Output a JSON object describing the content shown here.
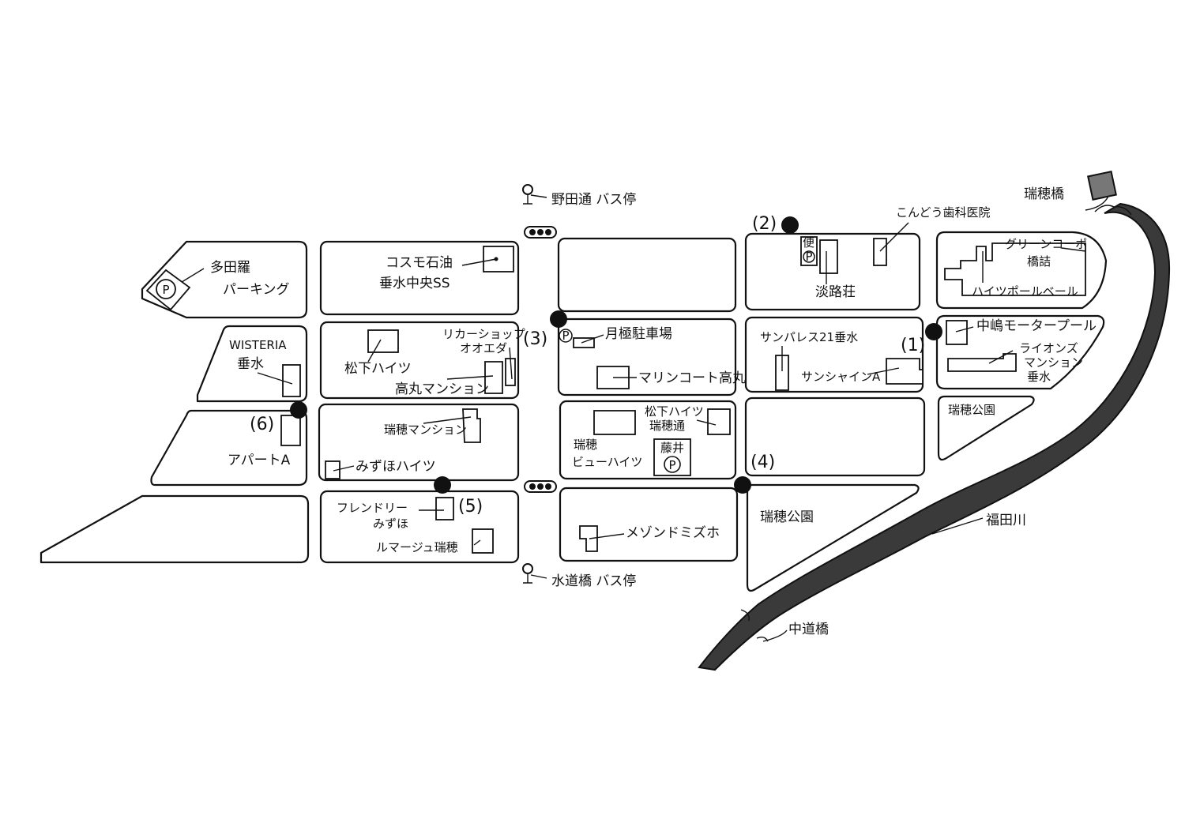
{
  "map": {
    "labels": {
      "tatara_parking": [
        "多田羅",
        "パーキング"
      ],
      "cosmo": [
        "コスモ石油",
        "垂水中央SS"
      ],
      "noda_bus": "野田通 バス停",
      "suido_bus": "水道橋 バス停",
      "kondo_dental": "こんどう歯科医院",
      "awaji_so": "淡路荘",
      "toilet": "便",
      "mizuho_bridge": "瑞穂橋",
      "green_coop": [
        "グリーンコーポ",
        "橋詰"
      ],
      "heights_paul": "ハイツポールベール",
      "wisteria": [
        "WISTERIA",
        "垂水"
      ],
      "matsushita_heights": "松下ハイツ",
      "liquor": [
        "リカーショップ",
        "オオエダ"
      ],
      "takamaru_mansion": "高丸マンション",
      "tsukiyoshi_parking": "月極駐車場",
      "marine_court": "マリンコート高丸",
      "sun_palace": "サンパレス21垂水",
      "sunshine_a": "サンシャインA",
      "nakajima_pool": "中嶋モータープール",
      "lions_mansion": [
        "ライオンズ",
        "マンション",
        "垂水"
      ],
      "apart_a": "アパートA",
      "mizuho_mansion": "瑞穂マンション",
      "mizuho_heights": "みずほハイツ",
      "matsushita_mizuho": [
        "松下ハイツ",
        "瑞穂通"
      ],
      "mizuho_view": [
        "瑞穂",
        "ビューハイツ"
      ],
      "fujii": "藤井",
      "mizuho_park_1": "瑞穂公園",
      "mizuho_park_2": "瑞穂公園",
      "friendly": [
        "フレンドリー",
        "みずほ"
      ],
      "le_mariage": "ルマージュ瑞穂",
      "maison": "メゾンドミズホ",
      "fukuda_river": "福田川",
      "nakamichi_bridge": "中道橋"
    },
    "markers": {
      "m1": "(1)",
      "m2": "(2)",
      "m3": "(3)",
      "m4": "(4)",
      "m5": "(5)",
      "m6": "(6)"
    },
    "parking_symbol": "P",
    "colors": {
      "ink": "#111111",
      "paper": "#ffffff"
    }
  }
}
